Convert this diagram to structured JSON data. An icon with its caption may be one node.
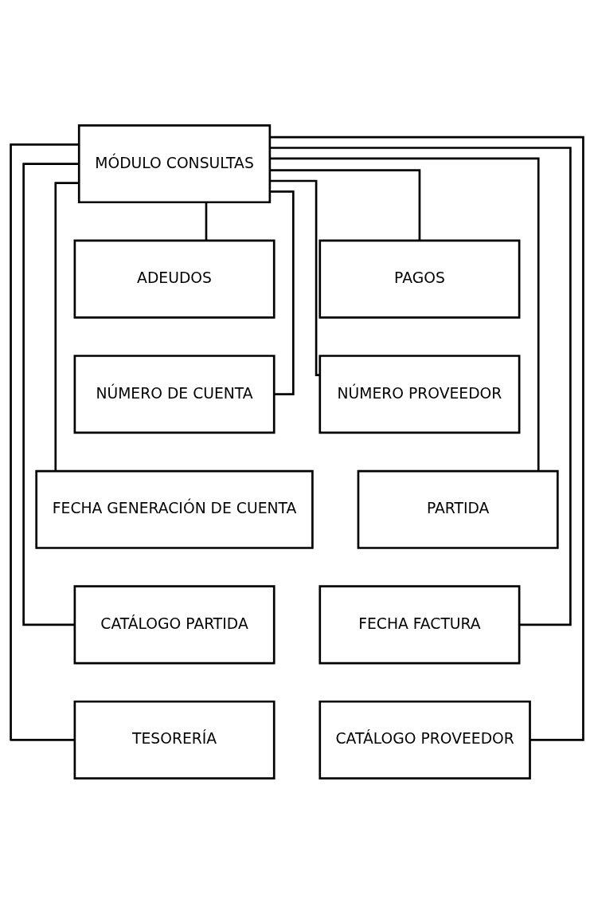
{
  "diagram": {
    "nodes": [
      {
        "text": [
          "MÓDULO CONSULTAS"
        ]
      },
      {
        "text": [
          "ADEUDOS"
        ]
      },
      {
        "text": [
          "PAGOS"
        ]
      },
      {
        "text": [
          "NÚMERO DE CUENTA"
        ]
      },
      {
        "text": [
          "NÚMERO PROVEEDOR"
        ]
      },
      {
        "text": [
          "FECHA GENERACIÓN DE CUENTA"
        ]
      },
      {
        "text": [
          "PARTIDA"
        ]
      },
      {
        "text": [
          "CATÁLOGO PARTIDA"
        ]
      },
      {
        "text": [
          "FECHA FACTURA"
        ]
      },
      {
        "text": [
          "TESORERÍA"
        ]
      },
      {
        "text": [
          "CATÁLOGO PROVEEDOR"
        ]
      }
    ],
    "edges": [
      {
        "from": 0,
        "to": 1,
        "arrow": "none"
      },
      {
        "from": 0,
        "to": 2,
        "arrow": "none"
      },
      {
        "from": 0,
        "to": 3,
        "arrow": "none"
      },
      {
        "from": 0,
        "to": 4,
        "arrow": "none"
      },
      {
        "from": 0,
        "to": 5,
        "arrow": "none"
      },
      {
        "from": 0,
        "to": 6,
        "arrow": "none"
      },
      {
        "from": 0,
        "to": 7,
        "arrow": "none"
      },
      {
        "from": 0,
        "to": 8,
        "arrow": "none"
      },
      {
        "from": 0,
        "to": 9,
        "arrow": "none"
      },
      {
        "from": 0,
        "to": 10,
        "arrow": "none"
      }
    ]
  }
}
